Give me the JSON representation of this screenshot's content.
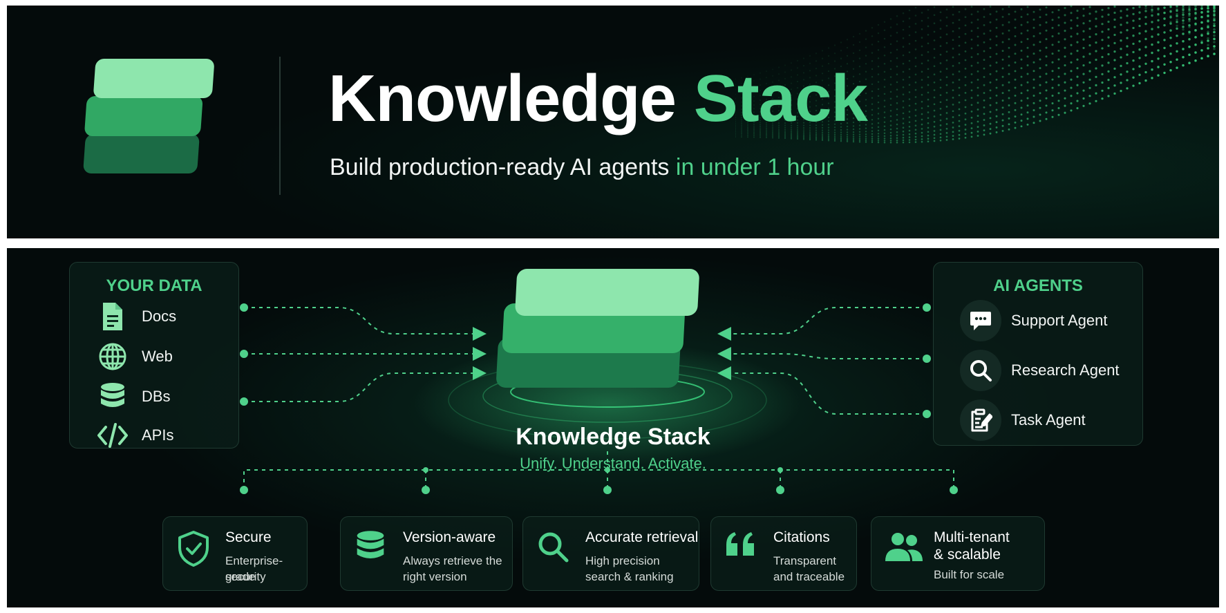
{
  "hero": {
    "title_main": "Knowledge",
    "title_accent": "Stack",
    "subtitle_main": "Build production-ready AI agents",
    "subtitle_accent": "in under 1 hour"
  },
  "colors": {
    "background": "#040b0b",
    "accent": "#4fd18b",
    "accent_light": "#8ee6ad",
    "accent_dark": "#16613f"
  },
  "sources": {
    "title": "YOUR DATA",
    "items": [
      {
        "label": "Docs",
        "icon": "document-icon"
      },
      {
        "label": "Web",
        "icon": "globe-icon"
      },
      {
        "label": "DBs",
        "icon": "database-icon"
      },
      {
        "label": "APIs",
        "icon": "code-icon"
      }
    ]
  },
  "center": {
    "title": "Knowledge Stack",
    "tagline": "Unify. Understand. Activate."
  },
  "agents": {
    "title": "AI AGENTS",
    "items": [
      {
        "label": "Support Agent",
        "icon": "chat-icon"
      },
      {
        "label": "Research Agent",
        "icon": "search-icon"
      },
      {
        "label": "Task Agent",
        "icon": "clipboard-edit-icon"
      }
    ]
  },
  "features": [
    {
      "title": "Secure",
      "desc1": "Enterprise-grade",
      "desc2": "security",
      "icon": "shield-check-icon"
    },
    {
      "title": "Version-aware",
      "desc1": "Always retrieve the",
      "desc2": "right version",
      "icon": "database-icon"
    },
    {
      "title": "Accurate retrieval",
      "desc1": "High precision",
      "desc2": "search & ranking",
      "icon": "search-icon"
    },
    {
      "title": "Citations",
      "desc1": "Transparent",
      "desc2": "and traceable",
      "icon": "quote-icon"
    },
    {
      "title": "Multi-tenant",
      "title2": "& scalable",
      "desc1": "Built for scale",
      "icon": "users-icon"
    }
  ]
}
